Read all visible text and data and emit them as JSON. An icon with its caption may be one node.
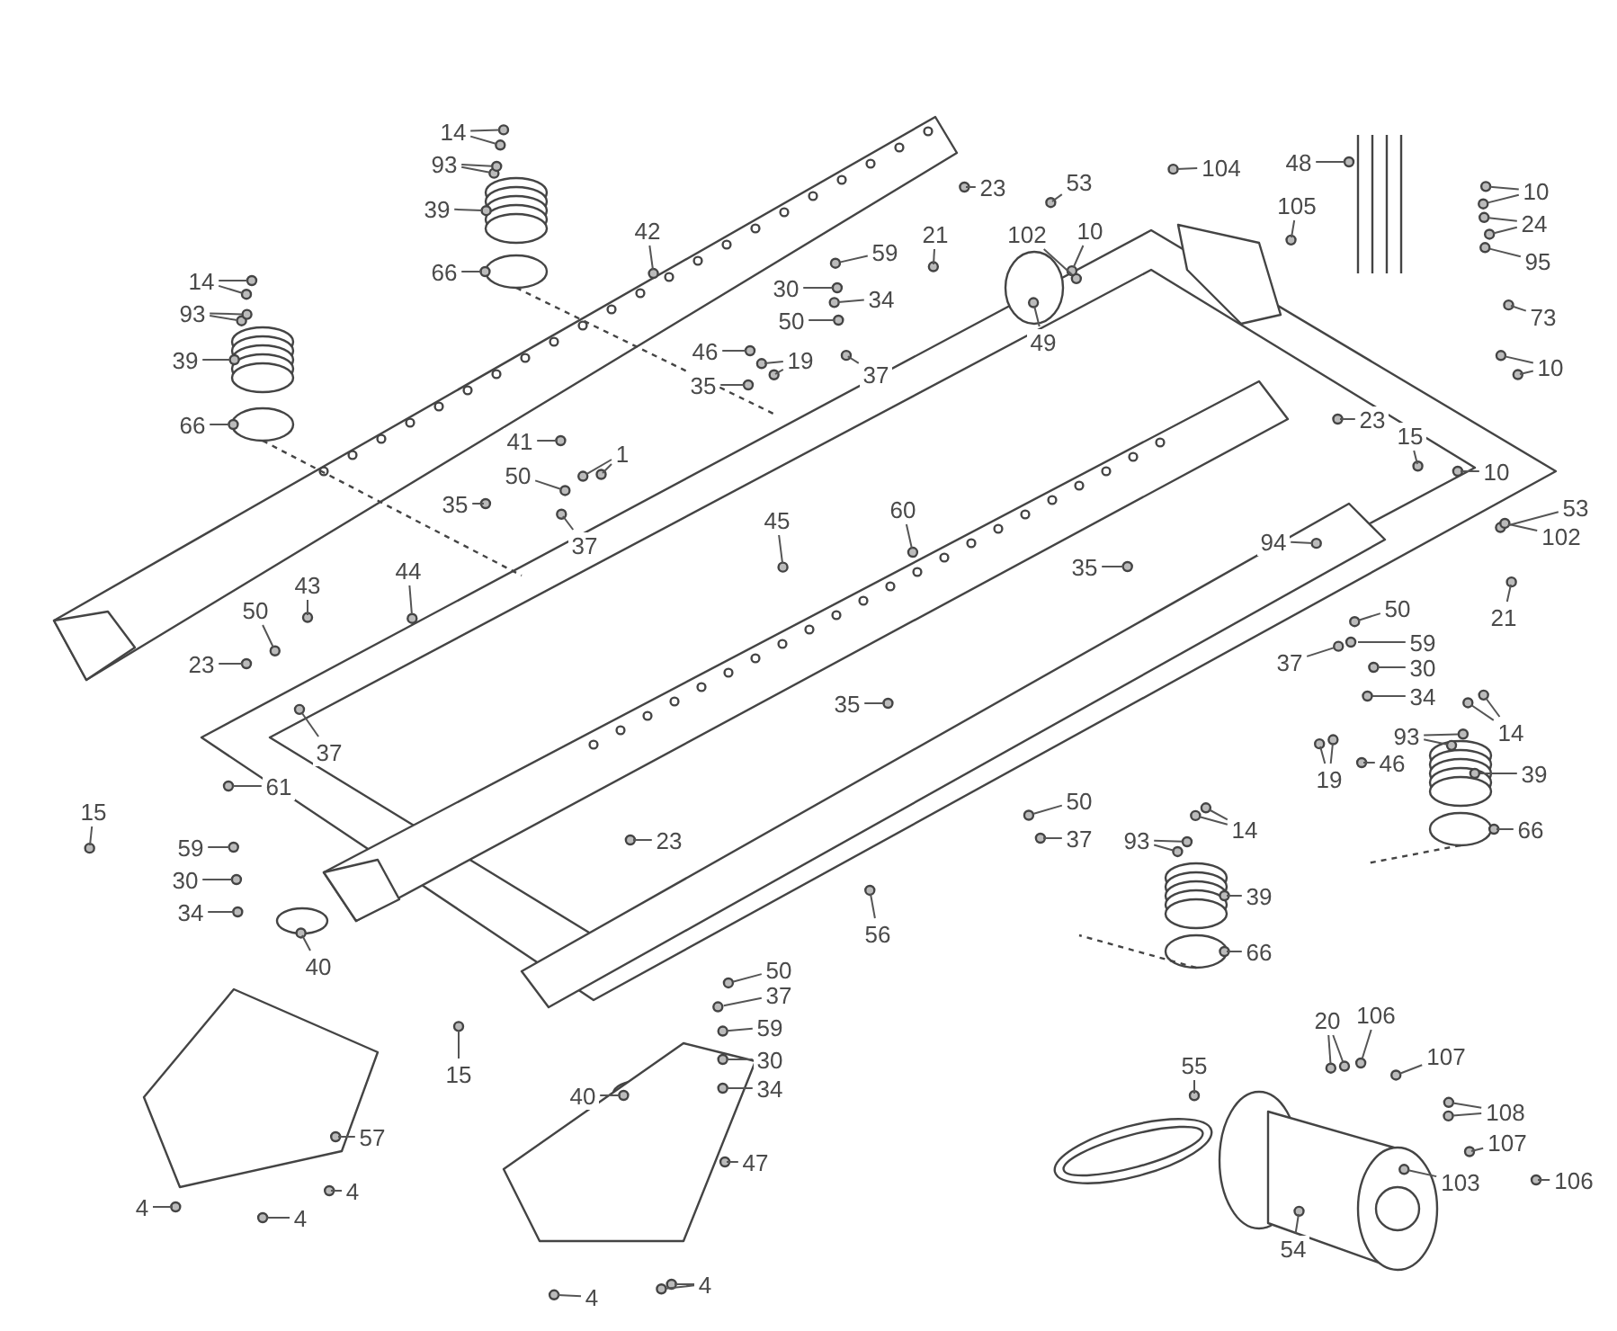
{
  "diagram": {
    "nodes": [
      {
        "text": [
          "14"
        ]
      },
      {
        "text": [
          "93"
        ]
      },
      {
        "text": [
          "39"
        ]
      },
      {
        "text": [
          "66"
        ]
      },
      {
        "text": [
          "42"
        ]
      },
      {
        "text": [
          "14"
        ]
      },
      {
        "text": [
          "93"
        ]
      },
      {
        "text": [
          "39"
        ]
      },
      {
        "text": [
          "66"
        ]
      },
      {
        "text": [
          "41"
        ]
      },
      {
        "text": [
          "1"
        ]
      },
      {
        "text": [
          "50"
        ]
      },
      {
        "text": [
          "35"
        ]
      },
      {
        "text": [
          "37"
        ]
      },
      {
        "text": [
          "45"
        ]
      },
      {
        "text": [
          "43"
        ]
      },
      {
        "text": [
          "44"
        ]
      },
      {
        "text": [
          "50"
        ]
      },
      {
        "text": [
          "23"
        ]
      },
      {
        "text": [
          "37"
        ]
      },
      {
        "text": [
          "61"
        ]
      },
      {
        "text": [
          "15"
        ]
      },
      {
        "text": [
          "59"
        ]
      },
      {
        "text": [
          "30"
        ]
      },
      {
        "text": [
          "34"
        ]
      },
      {
        "text": [
          "40"
        ]
      },
      {
        "text": [
          "57"
        ]
      },
      {
        "text": [
          "4"
        ]
      },
      {
        "text": [
          "4"
        ]
      },
      {
        "text": [
          "4"
        ]
      },
      {
        "text": [
          "30"
        ]
      },
      {
        "text": [
          "59"
        ]
      },
      {
        "text": [
          "50"
        ]
      },
      {
        "text": [
          "34"
        ]
      },
      {
        "text": [
          "46"
        ]
      },
      {
        "text": [
          "19"
        ]
      },
      {
        "text": [
          "35"
        ]
      },
      {
        "text": [
          "37"
        ]
      },
      {
        "text": [
          "21"
        ]
      },
      {
        "text": [
          "23"
        ]
      },
      {
        "text": [
          "53"
        ]
      },
      {
        "text": [
          "102"
        ]
      },
      {
        "text": [
          "10"
        ]
      },
      {
        "text": [
          "49"
        ]
      },
      {
        "text": [
          "104"
        ]
      },
      {
        "text": [
          "105"
        ]
      },
      {
        "text": [
          "48"
        ]
      },
      {
        "text": [
          "10"
        ]
      },
      {
        "text": [
          "24"
        ]
      },
      {
        "text": [
          "95"
        ]
      },
      {
        "text": [
          "73"
        ]
      },
      {
        "text": [
          "10"
        ]
      },
      {
        "text": [
          "23"
        ]
      },
      {
        "text": [
          "15"
        ]
      },
      {
        "text": [
          "10"
        ]
      },
      {
        "text": [
          "53"
        ]
      },
      {
        "text": [
          "102"
        ]
      },
      {
        "text": [
          "21"
        ]
      },
      {
        "text": [
          "60"
        ]
      },
      {
        "text": [
          "94"
        ]
      },
      {
        "text": [
          "35"
        ]
      },
      {
        "text": [
          "50"
        ]
      },
      {
        "text": [
          "59"
        ]
      },
      {
        "text": [
          "37"
        ]
      },
      {
        "text": [
          "30"
        ]
      },
      {
        "text": [
          "34"
        ]
      },
      {
        "text": [
          "93"
        ]
      },
      {
        "text": [
          "14"
        ]
      },
      {
        "text": [
          "46"
        ]
      },
      {
        "text": [
          "19"
        ]
      },
      {
        "text": [
          "39"
        ]
      },
      {
        "text": [
          "66"
        ]
      },
      {
        "text": [
          "35"
        ]
      },
      {
        "text": [
          "50"
        ]
      },
      {
        "text": [
          "37"
        ]
      },
      {
        "text": [
          "56"
        ]
      },
      {
        "text": [
          "23"
        ]
      },
      {
        "text": [
          "93"
        ]
      },
      {
        "text": [
          "14"
        ]
      },
      {
        "text": [
          "39"
        ]
      },
      {
        "text": [
          "66"
        ]
      },
      {
        "text": [
          "50"
        ]
      },
      {
        "text": [
          "37"
        ]
      },
      {
        "text": [
          "59"
        ]
      },
      {
        "text": [
          "30"
        ]
      },
      {
        "text": [
          "34"
        ]
      },
      {
        "text": [
          "40"
        ]
      },
      {
        "text": [
          "15"
        ]
      },
      {
        "text": [
          "47"
        ]
      },
      {
        "text": [
          "4"
        ]
      },
      {
        "text": [
          "4"
        ]
      },
      {
        "text": [
          "20"
        ]
      },
      {
        "text": [
          "106"
        ]
      },
      {
        "text": [
          "107"
        ]
      },
      {
        "text": [
          "55"
        ]
      },
      {
        "text": [
          "108"
        ]
      },
      {
        "text": [
          "107"
        ]
      },
      {
        "text": [
          "103"
        ]
      },
      {
        "text": [
          "106"
        ]
      },
      {
        "text": [
          "54"
        ]
      }
    ],
    "edges": [
      {
        "from": 0,
        "to": null,
        "arrow": "none"
      },
      {
        "from": 0,
        "to": null,
        "arrow": "none"
      },
      {
        "from": 1,
        "to": null,
        "arrow": "none"
      },
      {
        "from": 1,
        "to": null,
        "arrow": "none"
      },
      {
        "from": 2,
        "to": null,
        "arrow": "none"
      },
      {
        "from": 3,
        "to": null,
        "arrow": "none"
      },
      {
        "from": 4,
        "to": null,
        "arrow": "none"
      },
      {
        "from": 5,
        "to": null,
        "arrow": "none"
      },
      {
        "from": 5,
        "to": null,
        "arrow": "none"
      },
      {
        "from": 6,
        "to": null,
        "arrow": "none"
      },
      {
        "from": 6,
        "to": null,
        "arrow": "none"
      },
      {
        "from": 7,
        "to": null,
        "arrow": "none"
      },
      {
        "from": 8,
        "to": null,
        "arrow": "none"
      },
      {
        "from": 9,
        "to": null,
        "arrow": "none"
      },
      {
        "from": 10,
        "to": null,
        "arrow": "none"
      },
      {
        "from": 10,
        "to": null,
        "arrow": "none"
      },
      {
        "from": 11,
        "to": null,
        "arrow": "none"
      },
      {
        "from": 12,
        "to": null,
        "arrow": "none"
      },
      {
        "from": 13,
        "to": null,
        "arrow": "none"
      },
      {
        "from": 14,
        "to": null,
        "arrow": "none"
      },
      {
        "from": 15,
        "to": null,
        "arrow": "none"
      },
      {
        "from": 16,
        "to": null,
        "arrow": "none"
      },
      {
        "from": 17,
        "to": null,
        "arrow": "none"
      },
      {
        "from": 18,
        "to": null,
        "arrow": "none"
      },
      {
        "from": 19,
        "to": null,
        "arrow": "none"
      },
      {
        "from": 20,
        "to": null,
        "arrow": "none"
      },
      {
        "from": 21,
        "to": null,
        "arrow": "none"
      },
      {
        "from": 22,
        "to": null,
        "arrow": "none"
      },
      {
        "from": 23,
        "to": null,
        "arrow": "none"
      },
      {
        "from": 24,
        "to": null,
        "arrow": "none"
      },
      {
        "from": 25,
        "to": null,
        "arrow": "none"
      },
      {
        "from": 26,
        "to": null,
        "arrow": "none"
      },
      {
        "from": 27,
        "to": null,
        "arrow": "none"
      },
      {
        "from": 28,
        "to": null,
        "arrow": "none"
      },
      {
        "from": 29,
        "to": null,
        "arrow": "none"
      },
      {
        "from": 30,
        "to": null,
        "arrow": "none"
      },
      {
        "from": 31,
        "to": null,
        "arrow": "none"
      },
      {
        "from": 32,
        "to": null,
        "arrow": "none"
      },
      {
        "from": 33,
        "to": null,
        "arrow": "none"
      },
      {
        "from": 34,
        "to": null,
        "arrow": "none"
      },
      {
        "from": 35,
        "to": null,
        "arrow": "none"
      },
      {
        "from": 35,
        "to": null,
        "arrow": "none"
      },
      {
        "from": 36,
        "to": null,
        "arrow": "none"
      },
      {
        "from": 37,
        "to": null,
        "arrow": "none"
      },
      {
        "from": 38,
        "to": null,
        "arrow": "none"
      },
      {
        "from": 39,
        "to": null,
        "arrow": "none"
      },
      {
        "from": 40,
        "to": null,
        "arrow": "none"
      },
      {
        "from": 41,
        "to": null,
        "arrow": "none"
      },
      {
        "from": 42,
        "to": null,
        "arrow": "none"
      },
      {
        "from": 43,
        "to": null,
        "arrow": "none"
      },
      {
        "from": 44,
        "to": null,
        "arrow": "none"
      },
      {
        "from": 45,
        "to": null,
        "arrow": "none"
      },
      {
        "from": 46,
        "to": null,
        "arrow": "none"
      },
      {
        "from": 47,
        "to": null,
        "arrow": "none"
      },
      {
        "from": 47,
        "to": null,
        "arrow": "none"
      },
      {
        "from": 48,
        "to": null,
        "arrow": "none"
      },
      {
        "from": 48,
        "to": null,
        "arrow": "none"
      },
      {
        "from": 49,
        "to": null,
        "arrow": "none"
      },
      {
        "from": 50,
        "to": null,
        "arrow": "none"
      },
      {
        "from": 51,
        "to": null,
        "arrow": "none"
      },
      {
        "from": 51,
        "to": null,
        "arrow": "none"
      },
      {
        "from": 52,
        "to": null,
        "arrow": "none"
      },
      {
        "from": 53,
        "to": null,
        "arrow": "none"
      },
      {
        "from": 54,
        "to": null,
        "arrow": "none"
      },
      {
        "from": 55,
        "to": null,
        "arrow": "none"
      },
      {
        "from": 56,
        "to": null,
        "arrow": "none"
      },
      {
        "from": 57,
        "to": null,
        "arrow": "none"
      },
      {
        "from": 58,
        "to": null,
        "arrow": "none"
      },
      {
        "from": 59,
        "to": null,
        "arrow": "none"
      },
      {
        "from": 60,
        "to": null,
        "arrow": "none"
      },
      {
        "from": 61,
        "to": null,
        "arrow": "none"
      },
      {
        "from": 62,
        "to": null,
        "arrow": "none"
      },
      {
        "from": 63,
        "to": null,
        "arrow": "none"
      },
      {
        "from": 64,
        "to": null,
        "arrow": "none"
      },
      {
        "from": 65,
        "to": null,
        "arrow": "none"
      },
      {
        "from": 66,
        "to": null,
        "arrow": "none"
      },
      {
        "from": 66,
        "to": null,
        "arrow": "none"
      },
      {
        "from": 67,
        "to": null,
        "arrow": "none"
      },
      {
        "from": 67,
        "to": null,
        "arrow": "none"
      },
      {
        "from": 68,
        "to": null,
        "arrow": "none"
      },
      {
        "from": 69,
        "to": null,
        "arrow": "none"
      },
      {
        "from": 69,
        "to": null,
        "arrow": "none"
      },
      {
        "from": 70,
        "to": null,
        "arrow": "none"
      },
      {
        "from": 71,
        "to": null,
        "arrow": "none"
      },
      {
        "from": 72,
        "to": null,
        "arrow": "none"
      },
      {
        "from": 73,
        "to": null,
        "arrow": "none"
      },
      {
        "from": 74,
        "to": null,
        "arrow": "none"
      },
      {
        "from": 75,
        "to": null,
        "arrow": "none"
      },
      {
        "from": 76,
        "to": null,
        "arrow": "none"
      },
      {
        "from": 77,
        "to": null,
        "arrow": "none"
      },
      {
        "from": 77,
        "to": null,
        "arrow": "none"
      },
      {
        "from": 78,
        "to": null,
        "arrow": "none"
      },
      {
        "from": 78,
        "to": null,
        "arrow": "none"
      },
      {
        "from": 79,
        "to": null,
        "arrow": "none"
      },
      {
        "from": 80,
        "to": null,
        "arrow": "none"
      },
      {
        "from": 81,
        "to": null,
        "arrow": "none"
      },
      {
        "from": 82,
        "to": null,
        "arrow": "none"
      },
      {
        "from": 83,
        "to": null,
        "arrow": "none"
      },
      {
        "from": 84,
        "to": null,
        "arrow": "none"
      },
      {
        "from": 85,
        "to": null,
        "arrow": "none"
      },
      {
        "from": 86,
        "to": null,
        "arrow": "none"
      },
      {
        "from": 87,
        "to": null,
        "arrow": "none"
      },
      {
        "from": 88,
        "to": null,
        "arrow": "none"
      },
      {
        "from": 89,
        "to": null,
        "arrow": "none"
      },
      {
        "from": 90,
        "to": null,
        "arrow": "none"
      },
      {
        "from": 90,
        "to": null,
        "arrow": "none"
      },
      {
        "from": 91,
        "to": null,
        "arrow": "none"
      },
      {
        "from": 91,
        "to": null,
        "arrow": "none"
      },
      {
        "from": 92,
        "to": null,
        "arrow": "none"
      },
      {
        "from": 93,
        "to": null,
        "arrow": "none"
      },
      {
        "from": 94,
        "to": null,
        "arrow": "none"
      },
      {
        "from": 95,
        "to": null,
        "arrow": "none"
      },
      {
        "from": 95,
        "to": null,
        "arrow": "none"
      },
      {
        "from": 96,
        "to": null,
        "arrow": "none"
      },
      {
        "from": 97,
        "to": null,
        "arrow": "none"
      },
      {
        "from": 98,
        "to": null,
        "arrow": "none"
      },
      {
        "from": 99,
        "to": null,
        "arrow": "none"
      }
    ]
  }
}
